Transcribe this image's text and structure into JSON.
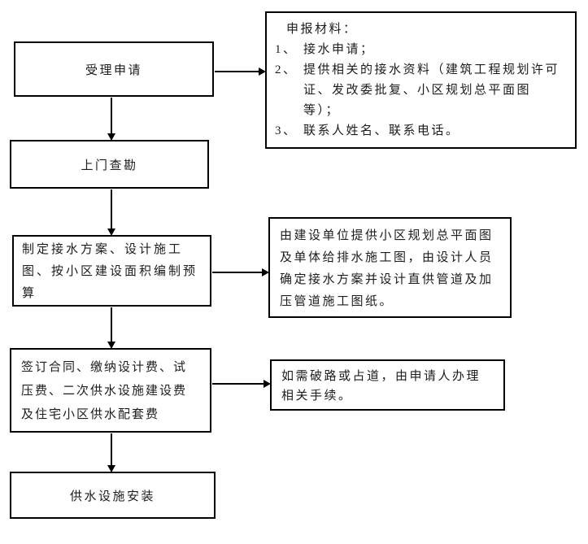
{
  "colors": {
    "background": "#ffffff",
    "line": "#000000",
    "text": "#1c1c1c"
  },
  "flowchart": {
    "steps": [
      {
        "label": "受理申请"
      },
      {
        "label": "上门查勘"
      },
      {
        "label": "制定接水方案、设计施工图、按小区建设面积编制预算"
      },
      {
        "label": "签订合同、缴纳设计费、试压费、二次供水设施建设费及住宅小区供水配套费"
      },
      {
        "label": "供水设施安装"
      }
    ],
    "materials_note": {
      "title": "申报材料：",
      "items": [
        {
          "num": "1、",
          "text": "接水申请；"
        },
        {
          "num": "2、",
          "text": "提供相关的接水资料（建筑工程规划许可证、发改委批复、小区规划总平面图等）；"
        },
        {
          "num": "3、",
          "text": "联系人姓名、联系电话。"
        }
      ]
    },
    "design_note": "由建设单位提供小区规划总平面图及单体给排水施工图，由设计人员确定接水方案并设计直供管道及加压管道施工图纸。",
    "road_note": "如需破路或占道，由申请人办理相关手续。"
  }
}
